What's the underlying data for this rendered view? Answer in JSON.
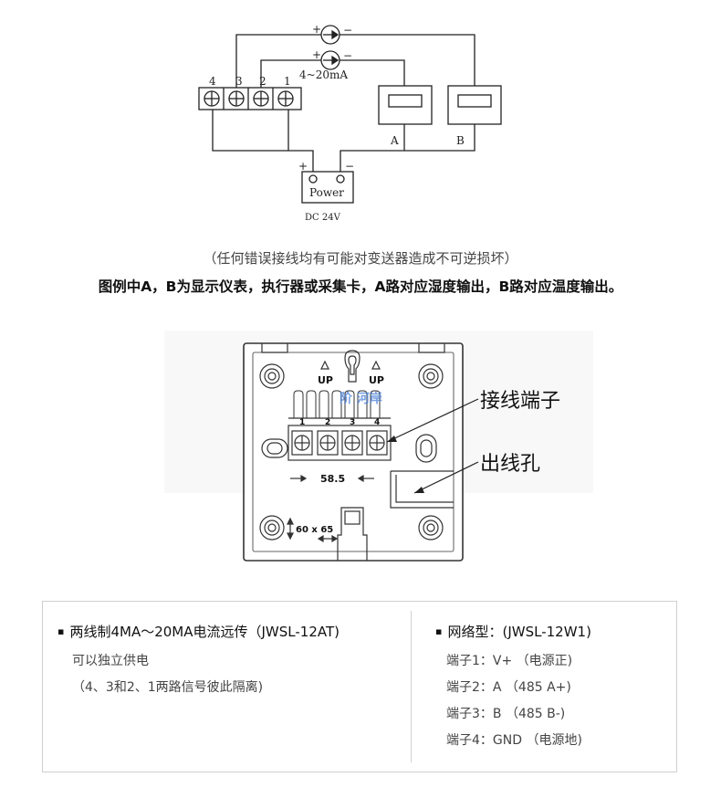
{
  "wiring_diagram": {
    "plus_sign": "+",
    "minus_sign": "−",
    "signal_label": "4~20mA",
    "terminal_numbers": [
      "4",
      "3",
      "2",
      "1"
    ],
    "meter_a_label": "A",
    "meter_b_label": "B",
    "power_label": "Power",
    "power_voltage": "DC 24V"
  },
  "notes": {
    "warning": "（任何错误接线均有可能对变送器造成不可逆损坏）",
    "legend": "图例中A，B为显示仪表，执行器或采集卡，A路对应湿度输出，B路对应温度输出。"
  },
  "back_panel": {
    "up_label": "UP",
    "terminal_numbers": [
      "1",
      "2",
      "3",
      "4"
    ],
    "spacing_label": "58.5",
    "size_label": "60 x 65",
    "terminal_block_callout": "接线端子",
    "cable_hole_callout": "出线孔",
    "watermark": "阶 河岸"
  },
  "info_box": {
    "left": {
      "bullet": "▪",
      "title": "两线制4MA～20MA电流远传（JWSL-12AT)",
      "lines": [
        "可以独立供电",
        "（4、3和2、1两路信号彼此隔离)"
      ]
    },
    "right": {
      "bullet": "▪",
      "title": "网络型：(JWSL-12W1)",
      "lines": [
        "端子1：V+ （电源正)",
        "端子2：A （485 A+)",
        "端子3：B （485 B-)",
        "端子4：GND （电源地)"
      ]
    }
  }
}
